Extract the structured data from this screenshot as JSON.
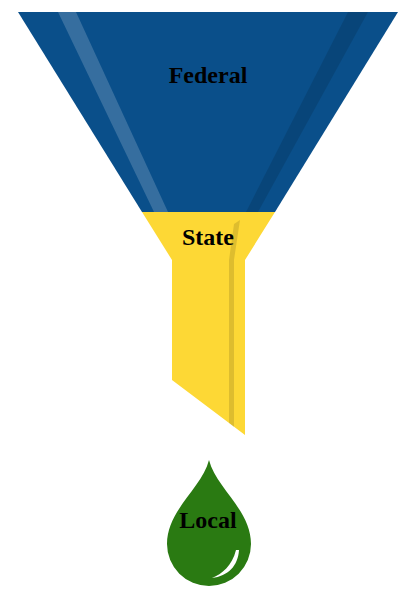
{
  "diagram": {
    "nodes": [
      {
        "text": [
          "Federal"
        ]
      },
      {
        "text": [
          "State"
        ]
      },
      {
        "text": [
          "Local"
        ]
      }
    ]
  }
}
